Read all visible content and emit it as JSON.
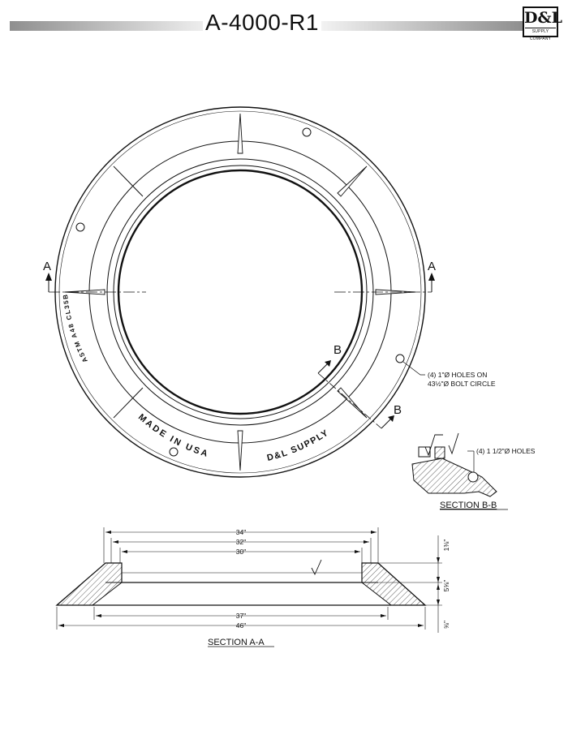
{
  "header": {
    "title": "A-4000-R1",
    "logo_mark": "D&L",
    "logo_sub": "SUPPLY COMPANY"
  },
  "plan": {
    "section_mark_a": "A",
    "section_mark_b": "B",
    "stamp_astm": "ASTM A48 CL35B",
    "stamp_made": "MADE IN USA",
    "stamp_supply": "D&L SUPPLY",
    "note_holes_line1": "(4) 1\"Ø HOLES ON",
    "note_holes_line2": "43½\"Ø BOLT CIRCLE"
  },
  "section_bb": {
    "note": "(4) 1 1/2\"Ø HOLES",
    "caption": "SECTION B-B"
  },
  "section_aa": {
    "dim_34": "34\"",
    "dim_32": "32\"",
    "dim_30": "30\"",
    "dim_37": "37\"",
    "dim_46": "46\"",
    "dim_v1": "1⅜\"",
    "dim_v2": "5⅝\"",
    "dim_v3": "⅝\"",
    "caption": "SECTION A-A"
  }
}
